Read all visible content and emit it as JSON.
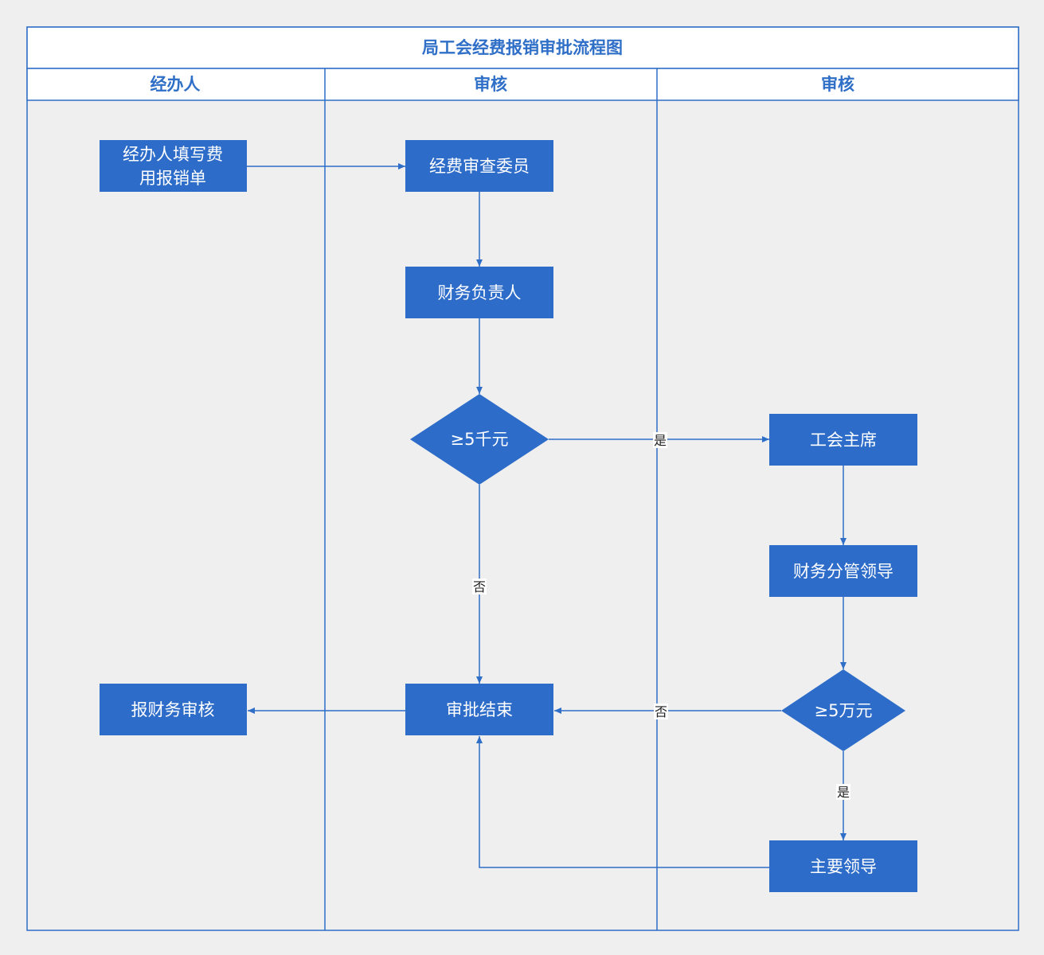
{
  "title": "局工会经费报销审批流程图",
  "lanes": [
    "经办人",
    "审核",
    "审核"
  ],
  "nodes": {
    "fill_form": [
      "经办人填写费",
      "用报销单"
    ],
    "committee": "经费审查委员",
    "finance_head": "财务负责人",
    "gte_5k": "≥5千元",
    "union_chair": "工会主席",
    "finance_leader": "财务分管领导",
    "gte_50k": "≥5万元",
    "main_leader": "主要领导",
    "approval_end": "审批结束",
    "submit_finance": "报财务审核"
  },
  "edge_labels": {
    "yes": "是",
    "no": "否"
  },
  "colors": {
    "accent": "#2f6fc7",
    "node_fill": "#2d6cc9",
    "background": "#efefef"
  }
}
